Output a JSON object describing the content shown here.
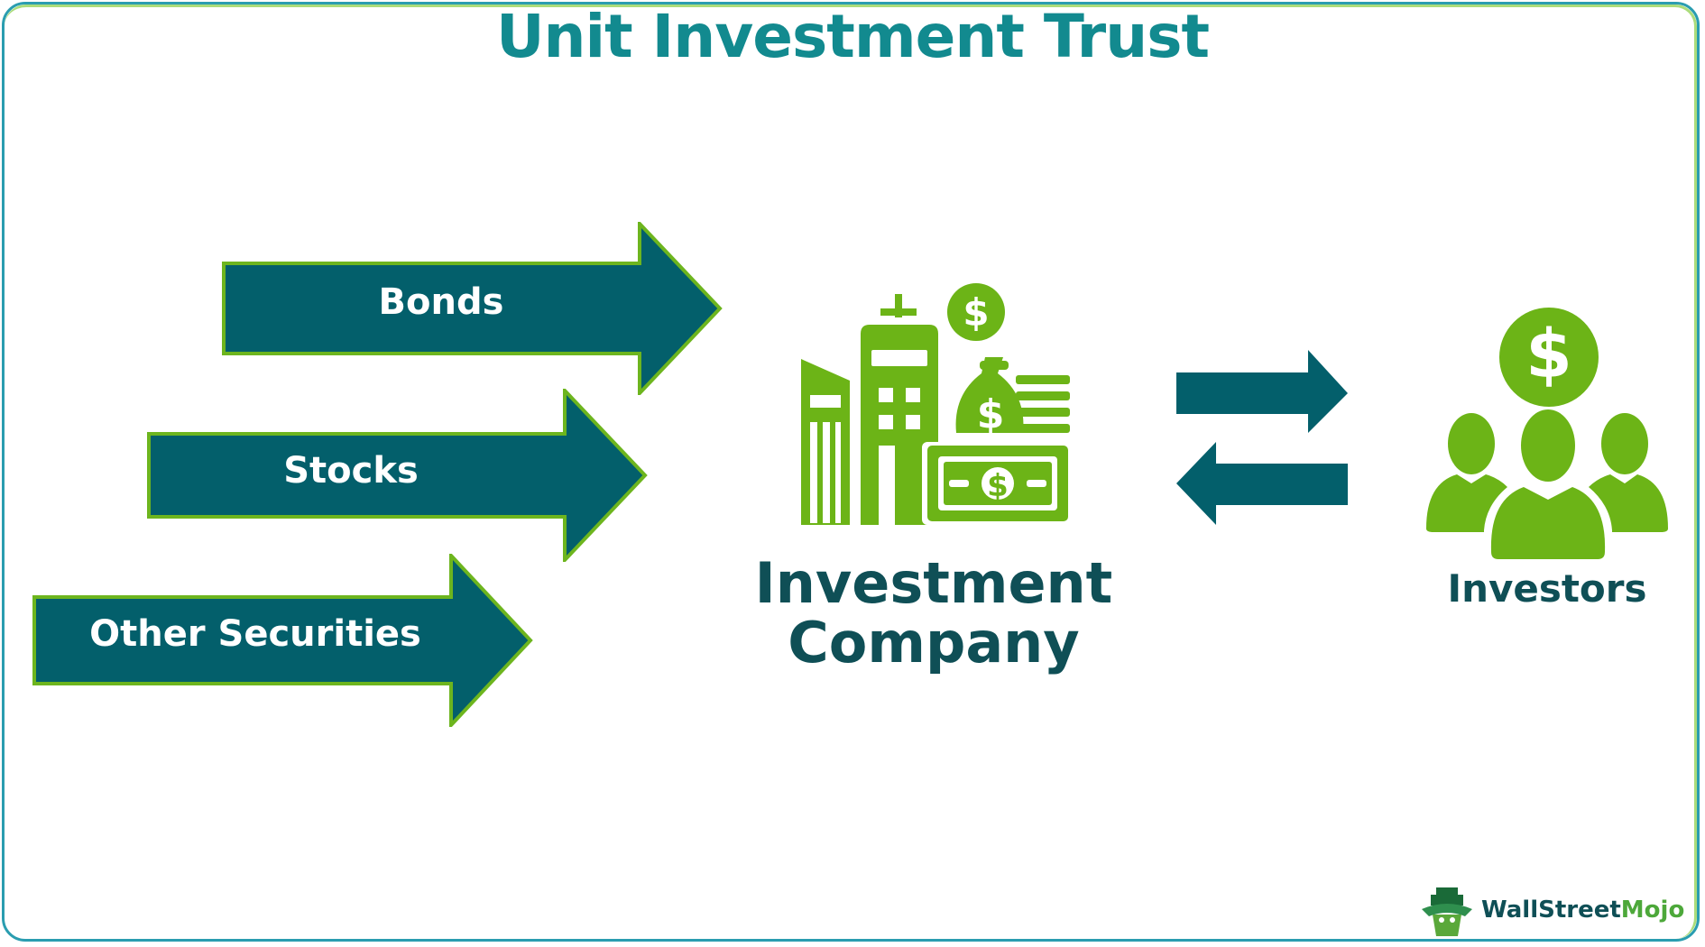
{
  "title": "Unit Investment Trust",
  "inputs": [
    {
      "label": "Bonds"
    },
    {
      "label": "Stocks"
    },
    {
      "label": "Other Securities"
    }
  ],
  "company": {
    "line1": "Investment",
    "line2": "Company"
  },
  "investors": {
    "label": "Investors"
  },
  "brand": {
    "part1": "WallStreet",
    "part2": "Mojo"
  },
  "colors": {
    "arrow_fill": "#035f6b",
    "arrow_border": "#6db51e",
    "icon_green": "#6cb417",
    "title": "#128a8f",
    "dark_text": "#0f4f56"
  }
}
